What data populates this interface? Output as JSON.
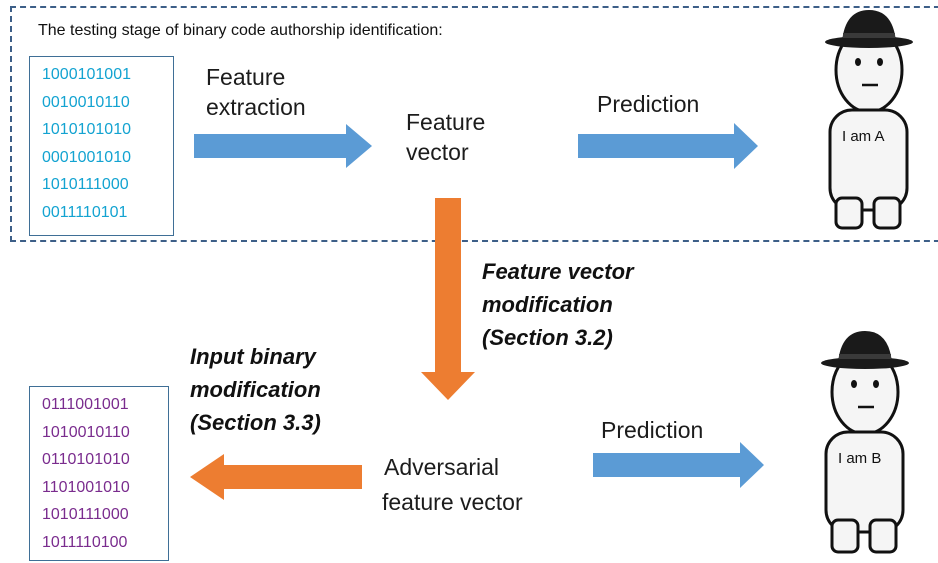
{
  "stage_title": "The testing stage of binary code authorship identification:",
  "binary_input": [
    "1000101001",
    "0010010110",
    "1010101010",
    "0001001010",
    "1010111000",
    "0011110101"
  ],
  "binary_modified": [
    "0111001001",
    "1010010110",
    "0110101010",
    "1101001010",
    "1010111000",
    "1011110100"
  ],
  "labels": {
    "feature_extraction": [
      "Feature",
      "extraction"
    ],
    "feature_vector": [
      "Feature",
      "vector"
    ],
    "prediction_top": "Prediction",
    "prediction_bottom": "Prediction",
    "adversarial": [
      "Adversarial",
      "feature vector"
    ],
    "feature_vector_modification": [
      "Feature vector",
      "modification",
      "(Section 3.2)"
    ],
    "input_binary_modification": [
      "Input binary",
      "modification",
      "(Section 3.3)"
    ]
  },
  "persons": {
    "top": "I am A",
    "bottom": "I am B"
  },
  "colors": {
    "blue_arrow": "#5b9bd5",
    "orange_arrow": "#ed7d31",
    "dashed_border": "#3d5f88",
    "input_bits": "#13a3d1",
    "modified_bits": "#7a2c8e"
  }
}
